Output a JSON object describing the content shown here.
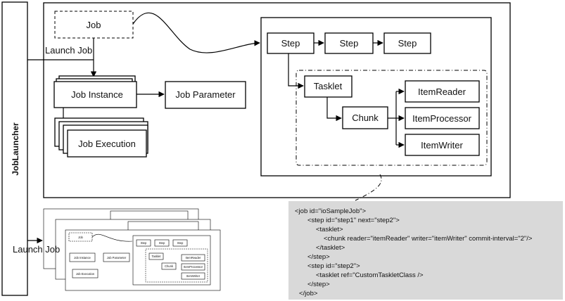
{
  "launcher": {
    "label": "JobLauncher"
  },
  "launch_label": "Launch Job",
  "job": {
    "label": "Job",
    "instance_label": "Job Instance",
    "parameter_label": "Job Parameter",
    "execution_label": "Job Execution"
  },
  "steps": [
    "Step",
    "Step",
    "Step"
  ],
  "tasklet_label": "Tasklet",
  "chunk_label": "Chunk",
  "items": [
    "ItemReader",
    "ItemProcessor",
    "ItemWriter"
  ],
  "xml_lines": [
    "<job id=\"ioSampleJob\">",
    "<step id=\"step1\" next=\"step2\">",
    "<tasklet>",
    "<chunk reader=\"itemReader\" writer=\"itemWriter\" commit-interval=\"2\"/>",
    "</tasklet>",
    "</step>",
    "<step id=\"step2\">",
    "<tasklet ref=\"CustomTaskletClass /> ",
    "</step>",
    "</job>"
  ],
  "colors": {
    "xml_bg": "#d9d9d9",
    "stroke": "#000000"
  }
}
